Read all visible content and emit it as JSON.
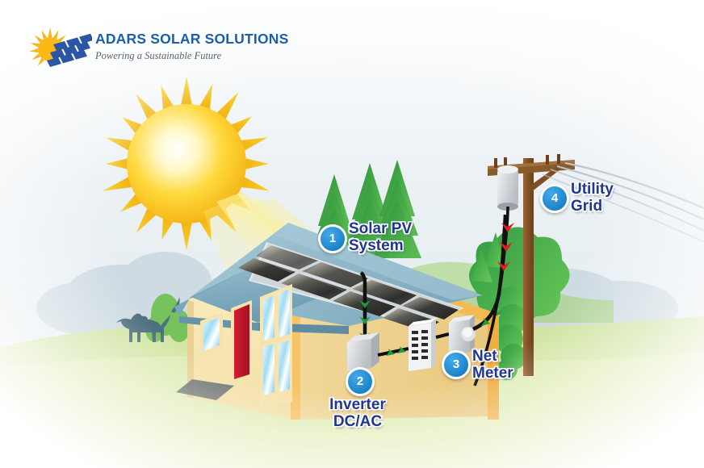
{
  "logo": {
    "brand": "ADARS SOLAR SOLUTIONS",
    "tagline": "Powering a Sustainable Future",
    "icon_sun": "sun-icon",
    "icon_panel": "solar-panel-icon",
    "brand_blue": "#1b5fa8",
    "sun_yellow": "#f5b718"
  },
  "diagram": {
    "title_alt": "residential grid-tied solar energy system flow diagram",
    "markers": [
      {
        "number": "1",
        "label": "Solar PV\nSystem",
        "name": "solar-pv-system"
      },
      {
        "number": "2",
        "label": "Inverter\nDC/AC",
        "name": "inverter-dc-ac"
      },
      {
        "number": "3",
        "label": "Net\nMeter",
        "name": "net-meter"
      },
      {
        "number": "4",
        "label": "Utility\nGrid",
        "name": "utility-grid"
      }
    ],
    "scene_elements": [
      "sun",
      "sunbeams",
      "house",
      "roof",
      "solar-panel-array",
      "red-door",
      "windows",
      "conifer-trees",
      "shrubs",
      "dog",
      "utility-pole",
      "transformer",
      "power-lines",
      "inverter-box",
      "breaker-panel",
      "net-meter-box",
      "dc-cable",
      "ac-cable",
      "grid-drop-line"
    ],
    "colors": {
      "badge_blue": "#1b84c9",
      "label_navy": "#20368f",
      "sky": "#eef3f6",
      "grass": "#d7e6a8",
      "house_wall": "#f7e5b0",
      "roof": "#7fa9bd",
      "door_red": "#c0172c",
      "panel_dark": "#3b3b3b",
      "tree_green": "#2f9b40",
      "pole_brown": "#8a5a2b",
      "flow_arrow_green": "#1e9c3a",
      "grid_arrow_red": "#e02020"
    }
  }
}
